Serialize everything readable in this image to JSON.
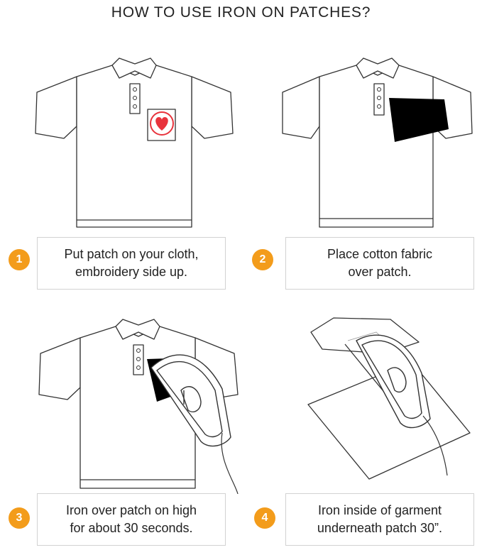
{
  "title": "HOW TO USE IRON ON PATCHES?",
  "colors": {
    "badge": "#f39c1b",
    "heart": "#e8333c",
    "patch": "#000000",
    "line": "#333333"
  },
  "steps": [
    {
      "number": "1",
      "text": "Put patch on your cloth,\nembroidery side up.",
      "icon": "polo-shirt-with-heart-patch"
    },
    {
      "number": "2",
      "text": "Place cotton fabric\nover patch.",
      "icon": "polo-shirt-with-cotton-fabric"
    },
    {
      "number": "3",
      "text": "Iron over patch on high\nfor about 30 seconds.",
      "icon": "iron-on-polo-shirt"
    },
    {
      "number": "4",
      "text": "Iron inside of garment\nunderneath patch 30”.",
      "icon": "iron-on-inside-garment"
    }
  ]
}
